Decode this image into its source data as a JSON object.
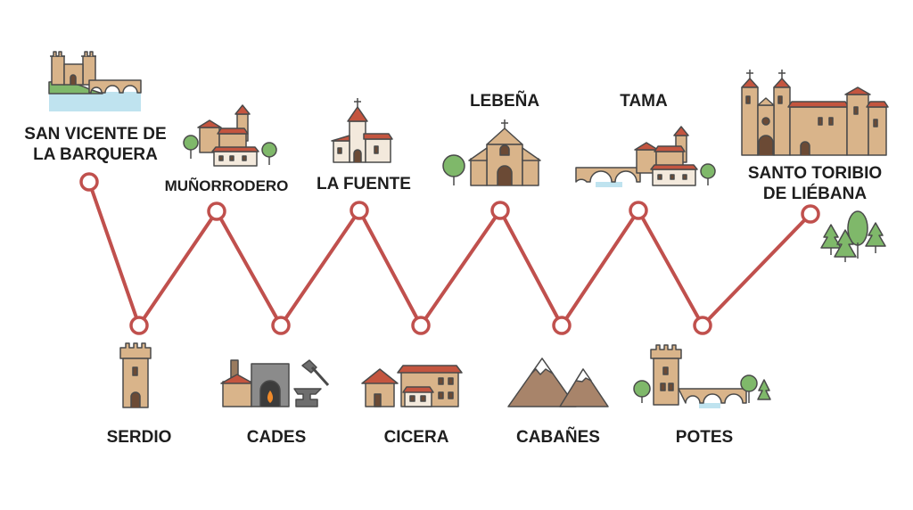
{
  "colors": {
    "route": "#c0504d",
    "stone": "#d9b48a",
    "stone_dark": "#b98d62",
    "roof": "#c4553f",
    "outline": "#4a4a4a",
    "tree": "#7fb86a",
    "water": "#bfe3ef"
  },
  "stops": [
    {
      "label": "SAN VICENTE DE",
      "label2": "LA BARQUERA",
      "icon": "castle-bridge-icon"
    },
    {
      "label": "SERDIO",
      "icon": "tower-icon"
    },
    {
      "label": "MUÑORRODERO",
      "icon": "village-icon"
    },
    {
      "label": "CADES",
      "icon": "forge-anvil-icon"
    },
    {
      "label": "LA FUENTE",
      "icon": "chapel-icon"
    },
    {
      "label": "CICERA",
      "icon": "houses-icon"
    },
    {
      "label": "LEBEÑA",
      "icon": "church-icon"
    },
    {
      "label": "CABAÑES",
      "icon": "mountains-icon"
    },
    {
      "label": "TAMA",
      "icon": "bridge-village-icon"
    },
    {
      "label": "POTES",
      "icon": "tower-bridge-icon"
    },
    {
      "label": "SANTO TORIBIO",
      "label2": "DE LIÉBANA",
      "icon": "monastery-icon"
    }
  ]
}
